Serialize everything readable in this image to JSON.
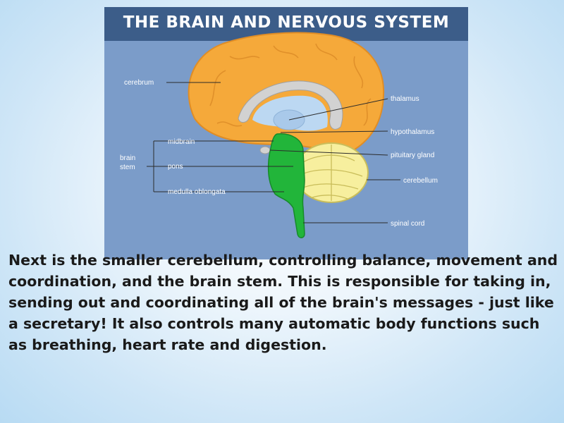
{
  "figure": {
    "title": "THE BRAIN AND NERVOUS SYSTEM",
    "labels": {
      "cerebrum": "cerebrum",
      "thalamus": "thalamus",
      "hypothalamus": "hypothalamus",
      "pituitary_gland": "pituitary gland",
      "cerebellum": "cerebellum",
      "spinal_cord": "spinal cord",
      "midbrain": "midbrain",
      "brain_stem_line1": "brain",
      "brain_stem_line2": "stem",
      "pons": "pons",
      "medulla_oblongata": "medulla oblongata"
    },
    "colors": {
      "background": "#7b9cc9",
      "header": "#3c5d89",
      "cerebrum": "#f5a93a",
      "ventricle": "#bcd8f2",
      "brain_stem": "#22b53a",
      "cerebellum": "#f7ef9e"
    }
  },
  "body_text": "Next is the smaller cerebellum, controlling balance, movement and coordination, and the brain stem. This is responsible for taking in, sending out and coordinating all of the brain's messages - just like a secretary! It also controls many automatic body functions such as breathing, heart rate and digestion."
}
